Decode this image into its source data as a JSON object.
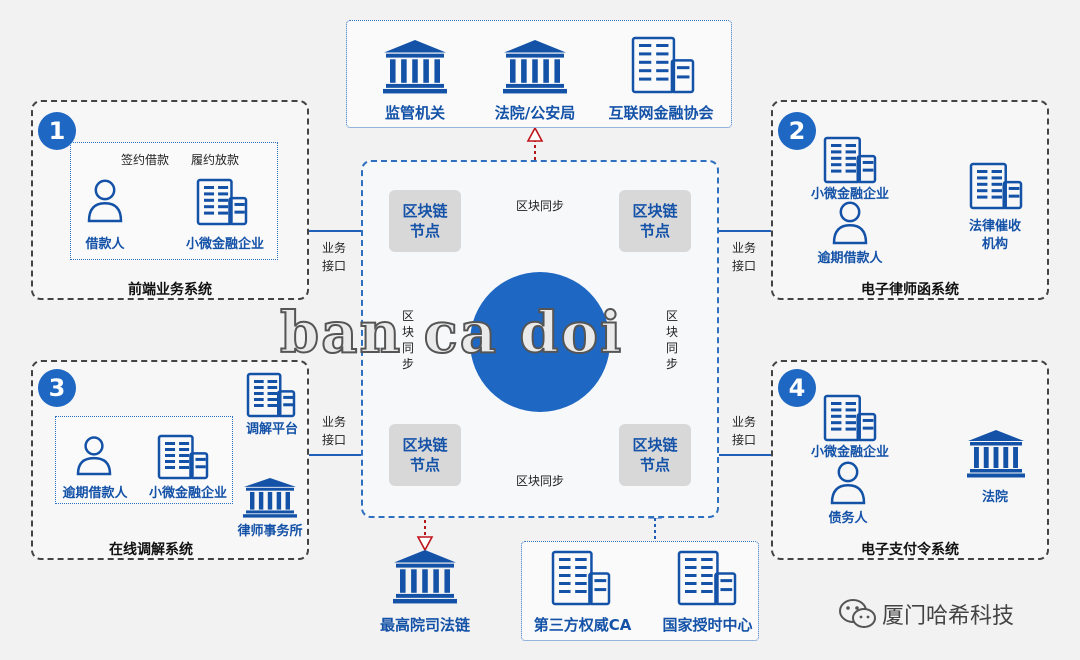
{
  "top": {
    "items": [
      {
        "label": "监管机关",
        "icon": "bank-icon"
      },
      {
        "label": "法院/公安局",
        "icon": "bank-icon"
      },
      {
        "label": "互联网金融协会",
        "icon": "building-icon"
      }
    ]
  },
  "systems": {
    "s1": {
      "number": "1",
      "title": "前端业务系统",
      "contract": "签约借款",
      "loan": "履约放款",
      "borrower": "借款人",
      "enterprise": "小微金融企业"
    },
    "s2": {
      "number": "2",
      "title": "电子律师函系统",
      "enterprise": "小微金融企业",
      "overdue": "逾期借款人",
      "agency_line1": "法律催收",
      "agency_line2": "机构"
    },
    "s3": {
      "number": "3",
      "title": "在线调解系统",
      "overdue": "逾期借款人",
      "enterprise": "小微金融企业",
      "platform": "调解平台",
      "lawfirm": "律师事务所"
    },
    "s4": {
      "number": "4",
      "title": "电子支付令系统",
      "enterprise": "小微金融企业",
      "debtor": "债务人",
      "court": "法院"
    }
  },
  "core": {
    "node_line1": "区块链",
    "node_line2": "节点",
    "sync": "区块同步",
    "sync_v": [
      "区",
      "块",
      "同",
      "步"
    ],
    "iface_line1": "业务",
    "iface_line2": "接口"
  },
  "bottom": {
    "supreme": "最高院司法链",
    "ca": "第三方权威CA",
    "time": "国家授时中心"
  },
  "watermark": "ban ca doi",
  "brand": "厦门哈希科技",
  "colors": {
    "accent": "#1e67c3",
    "text_blue": "#1452a8",
    "red_arrow": "#b22222"
  }
}
